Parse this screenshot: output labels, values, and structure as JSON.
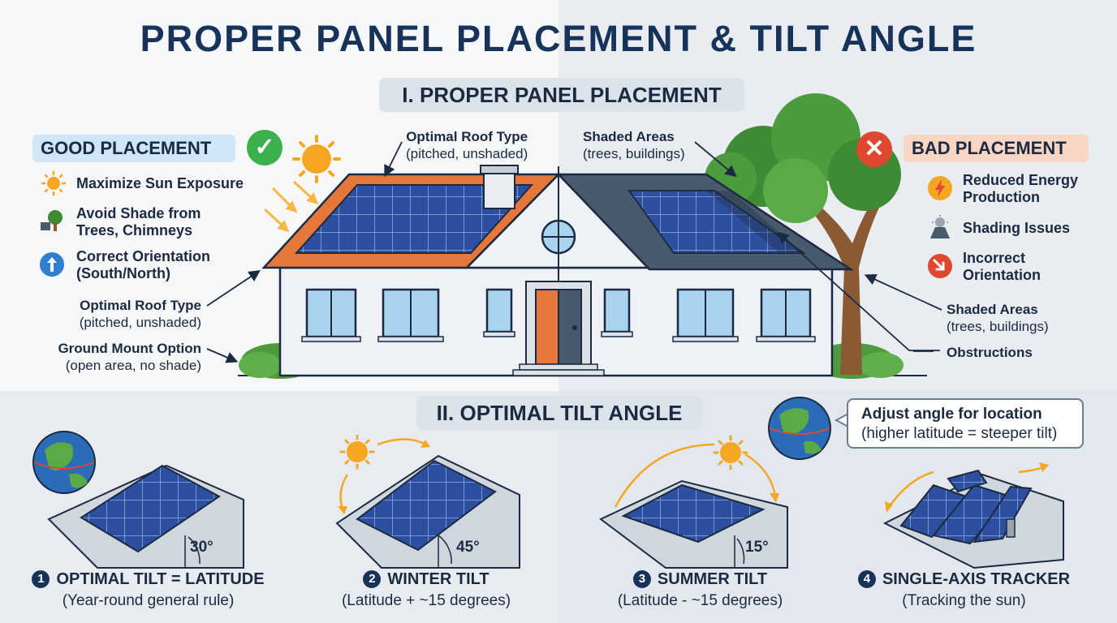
{
  "title": "PROPER PANEL PLACEMENT & TILT ANGLE",
  "section1": {
    "label": "I. PROPER PANEL PLACEMENT"
  },
  "section2": {
    "label": "II. OPTIMAL TILT ANGLE"
  },
  "good": {
    "badge": "GOOD PLACEMENT",
    "status_icon": "✓",
    "items": [
      {
        "icon": "sun-icon",
        "line1": "Maximize Sun Exposure",
        "line2": ""
      },
      {
        "icon": "tree-icon",
        "line1": "Avoid Shade from",
        "line2": "Trees, Chimneys"
      },
      {
        "icon": "arrow-up-icon",
        "line1": "Correct Orientation",
        "line2": "(South/North)"
      }
    ]
  },
  "bad": {
    "badge": "BAD PLACEMENT",
    "status_icon": "✕",
    "items": [
      {
        "icon": "lightning-icon",
        "line1": "Reduced Energy",
        "line2": "Production"
      },
      {
        "icon": "shading-icon",
        "line1": "Shading Issues",
        "line2": ""
      },
      {
        "icon": "arrow-down-right-icon",
        "line1": "Incorrect",
        "line2": "Orientation"
      }
    ]
  },
  "callouts": {
    "roof_top": {
      "title": "Optimal Roof Type",
      "sub": "(pitched, unshaded)"
    },
    "shade_top": {
      "title": "Shaded Areas",
      "sub": "(trees, buildings)"
    },
    "roof_left": {
      "title": "Optimal Roof Type",
      "sub": "(pitched, unshaded)"
    },
    "ground_left": {
      "title": "Ground Mount Option",
      "sub": "(open area, no shade)"
    },
    "shade_right": {
      "title": "Shaded Areas",
      "sub": "(trees, buildings)"
    },
    "obstructions": {
      "title": "Obstructions"
    }
  },
  "note": {
    "line1": "Adjust angle for location",
    "line2": "(higher latitude = steeper tilt)"
  },
  "tilts": [
    {
      "num": "1",
      "title": "OPTIMAL TILT = LATITUDE",
      "sub": "(Year-round general rule)",
      "angle": "30°"
    },
    {
      "num": "2",
      "title": "WINTER TILT",
      "sub": "(Latitude + ~15 degrees)",
      "angle": "45°"
    },
    {
      "num": "3",
      "title": "SUMMER TILT",
      "sub": "(Latitude - ~15 degrees)",
      "angle": "15°"
    },
    {
      "num": "4",
      "title": "SINGLE-AXIS TRACKER",
      "sub": "(Tracking the sun)",
      "angle": ""
    }
  ],
  "colors": {
    "title": "#17335a",
    "good_badge": "#cfe6f7",
    "bad_badge": "#f9d6c3",
    "check": "#3bb04c",
    "cross": "#e0472f",
    "roof_good": "#e5773a",
    "roof_bad": "#4a5a6e",
    "panel": "#2d4fa0",
    "sun": "#f5a623"
  }
}
